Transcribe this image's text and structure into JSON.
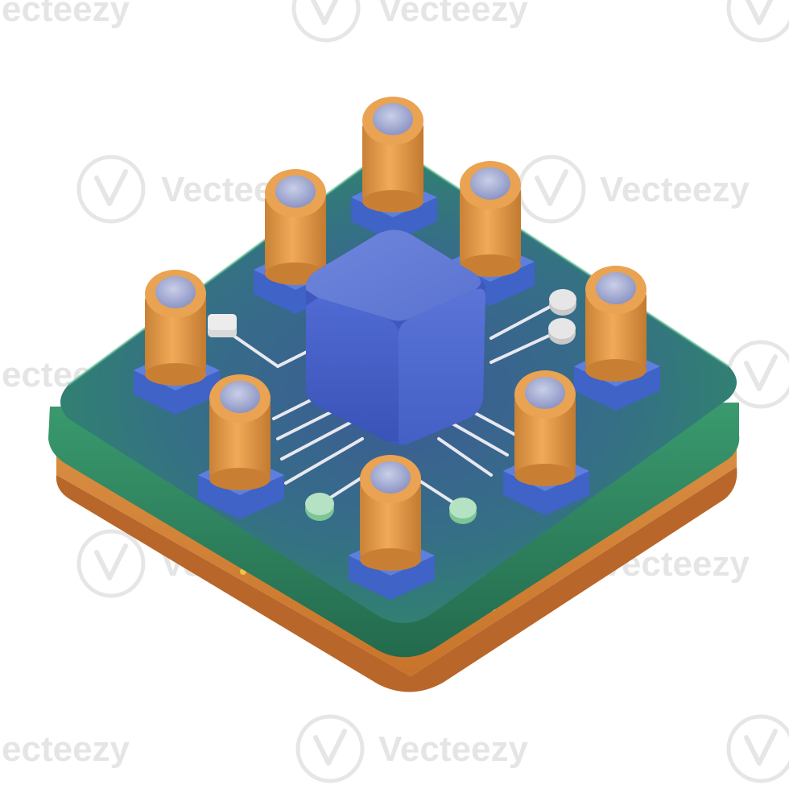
{
  "watermark": {
    "brand": "Vecteezy",
    "brand_partial_left": "ecteezy"
  },
  "colors": {
    "board_top": "#2f8a6a",
    "board_center": "#3f5f97",
    "board_base": "#d9893a",
    "chip": "#4a6bd1",
    "capacitor_body": "#e39a48",
    "capacitor_cap": "#a9b3d6",
    "socket": "#3f63c7",
    "trace": "#e6e6ee",
    "pad_green": "#9fd8b3",
    "pad_gray": "#d9d9d9",
    "watermark": "#e0e0e0"
  },
  "icons": [
    "circuit-board-illustration",
    "vecteezy-watermark-logo"
  ]
}
